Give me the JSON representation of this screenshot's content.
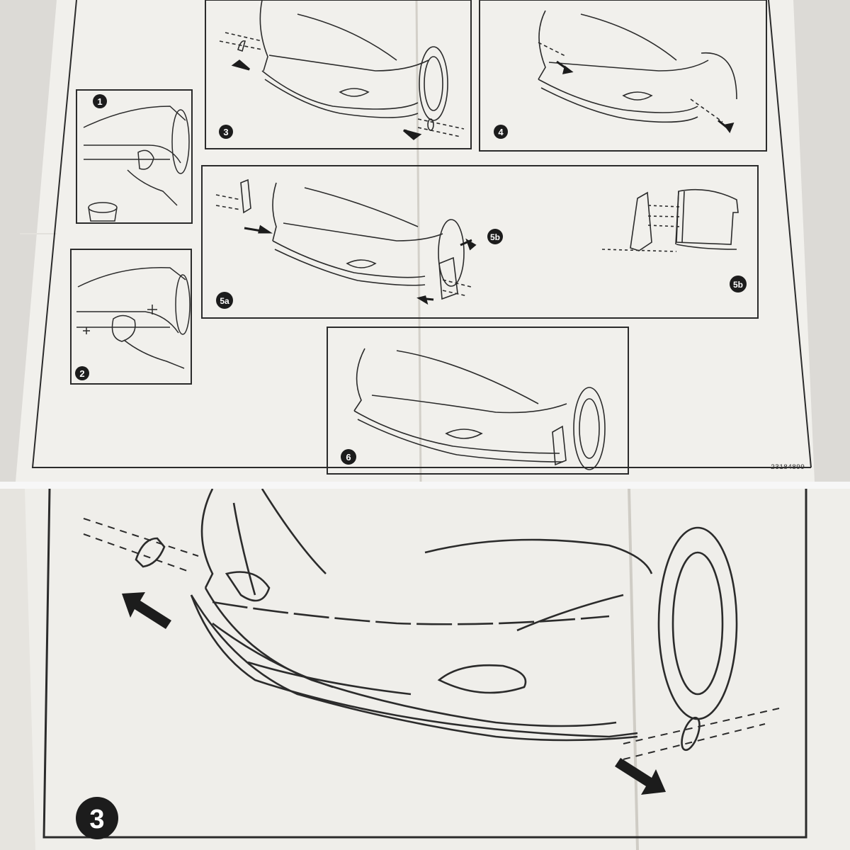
{
  "colors": {
    "paper": "#f1f0ec",
    "paper_shadow": "#dedcd7",
    "line": "#2b2b2b",
    "badge": "#1c1c1c",
    "background": "#e9e7e3"
  },
  "top_sheet": {
    "steps": [
      {
        "badge": "1",
        "icon": "washing-bucket-illustration"
      },
      {
        "badge": "2",
        "icon": "polishing-cloth-illustration"
      },
      {
        "badge": "3",
        "icon": "spoiler-removal-illustration"
      },
      {
        "badge": "4",
        "icon": "spoiler-install-illustration"
      },
      {
        "badge": "5a",
        "callout": "5b",
        "icon": "side-fin-install-illustration"
      },
      {
        "badge": "5b",
        "icon": "fin-detail-illustration"
      },
      {
        "badge": "6",
        "icon": "finished-car-illustration"
      }
    ],
    "part_number": "23184899"
  },
  "zoomed_sheet": {
    "badge": "3",
    "icon": "spoiler-removal-closeup-illustration"
  }
}
